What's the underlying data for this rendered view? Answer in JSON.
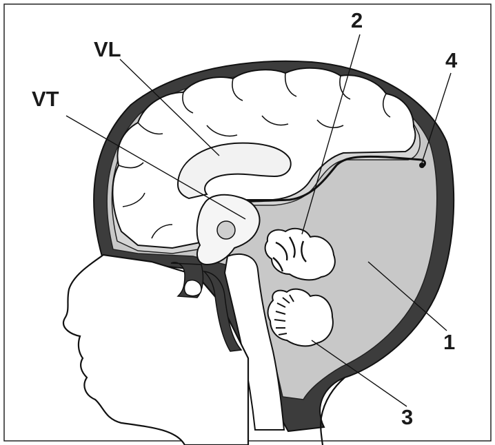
{
  "labels": {
    "vl": "VL",
    "vt": "VT",
    "one": "1",
    "two": "2",
    "three": "3",
    "four": "4"
  },
  "colors": {
    "skull": "#3c3c3c",
    "cyst_fluid": "#c8c8c8",
    "csf_space": "#d3d3d3",
    "brain": "#ffffff",
    "outline": "#111111"
  }
}
